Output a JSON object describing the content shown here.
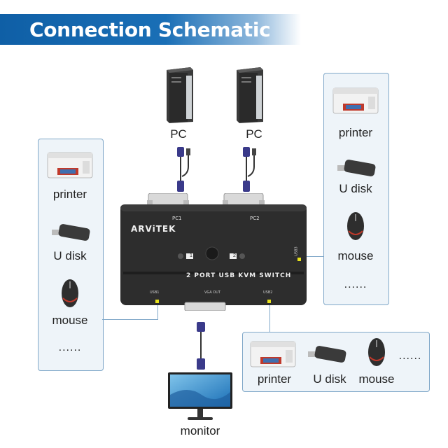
{
  "title": "Connection Schematic",
  "pcs": [
    {
      "label": "PC"
    },
    {
      "label": "PC"
    }
  ],
  "left_panel": {
    "items": [
      "printer",
      "U disk",
      "mouse"
    ],
    "more": "......"
  },
  "right_panel": {
    "items": [
      "printer",
      "U disk",
      "mouse"
    ],
    "more": "......"
  },
  "bottom_panel": {
    "items": [
      "printer",
      "U disk",
      "mouse"
    ],
    "more": "......"
  },
  "monitor_label": "monitor",
  "switch": {
    "brand": "ARViTEK",
    "model": "2 PORT USB KVM SWITCH",
    "port_pc1": "PC1",
    "port_pc2": "PC2",
    "btn1": "1",
    "btn2": "2",
    "usb1": "USB1",
    "usb2": "USB2",
    "vga_out": "VGA OUT",
    "usb3": "USB3"
  },
  "colors": {
    "banner": "#0f5fa6",
    "panel_bg": "#eef4f9",
    "panel_border": "#7fa7c8",
    "switch_body": "#2d2d2d",
    "led": "#e8e21a",
    "cable": "#3a3a8a"
  },
  "icons": [
    "tower-pc-icon",
    "printer-icon",
    "usb-drive-icon",
    "mouse-icon",
    "monitor-icon",
    "vga-cable-icon"
  ]
}
